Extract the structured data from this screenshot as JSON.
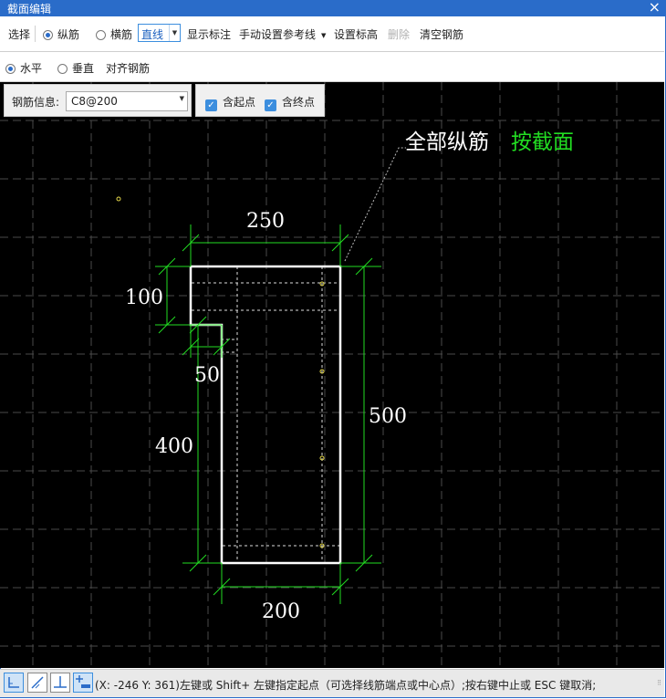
{
  "window": {
    "title": "截面编辑"
  },
  "toolbar": {
    "select_label": "选择",
    "mode_longitudinal": "纵筋",
    "mode_transverse": "横筋",
    "line_type_value": "直线",
    "show_annotation": "显示标注",
    "manual_reference": "手动设置参考线",
    "set_elevation": "设置标高",
    "delete": "删除",
    "clear_rebar": "清空钢筋"
  },
  "toolbar2": {
    "horizontal": "水平",
    "vertical": "垂直",
    "align_rebar": "对齐钢筋"
  },
  "rebar_info": {
    "label": "钢筋信息:",
    "value": "C8@200",
    "include_start": "含起点",
    "include_end": "含终点"
  },
  "canvas": {
    "callout_text": "全部纵筋",
    "callout_highlight": "按截面",
    "dimensions": {
      "top_width": "250",
      "left_top_height": "100",
      "step_width": "50",
      "lower_height": "400",
      "total_height": "500",
      "bottom_width": "200"
    }
  },
  "status": {
    "text": "(X: -246 Y: 361)左键或 Shift+ 左键指定起点（可选择线筋端点或中心点）;按右键中止或 ESC 键取消;"
  },
  "colors": {
    "title_bar": "#2a6cc9",
    "canvas_bg": "#000000",
    "dim_line": "#22dd22",
    "outline": "#ffffff",
    "callout_highlight": "#22dd22",
    "grid": "#555555"
  }
}
